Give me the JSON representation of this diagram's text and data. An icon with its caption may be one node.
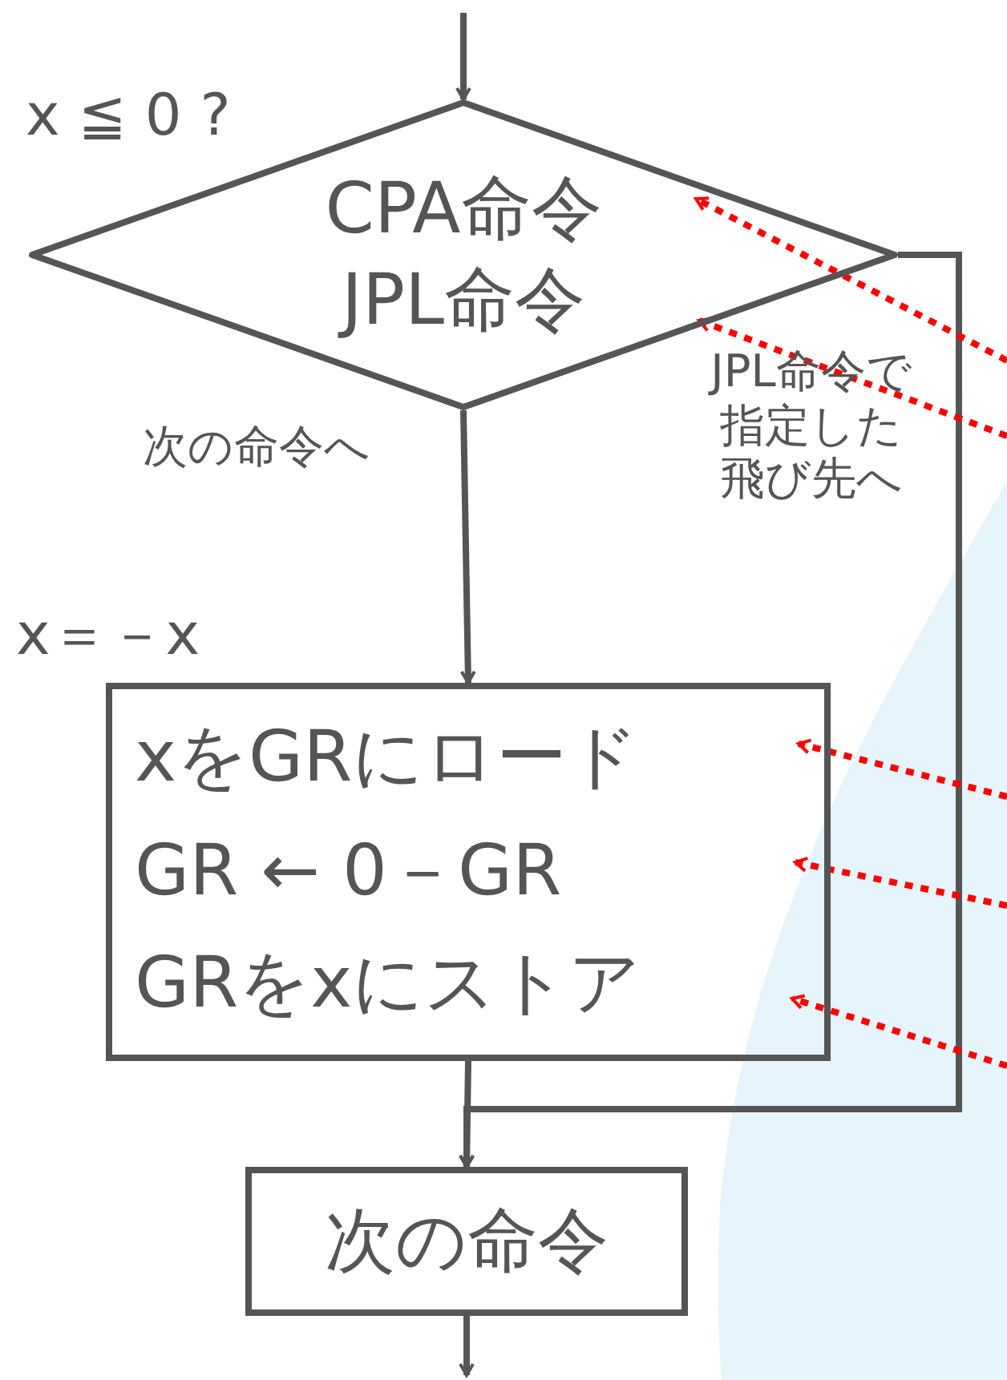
{
  "diagram": {
    "nodes": [
      {
        "text": [
          "CPA命令",
          "JPL命令"
        ],
        "beside": [
          "x ≦ 0 ?"
        ]
      },
      {
        "text": [
          "xをGRにロード",
          "GR ← 0－GR",
          "GRをxにストア"
        ],
        "beside": [
          "x＝－x"
        ]
      },
      {
        "text": [
          "次の命令"
        ]
      }
    ],
    "edges": [
      {
        "from": null,
        "to": 0,
        "arrow": "to"
      },
      {
        "from": 0,
        "to": 1,
        "arrow": "to",
        "label": "次の命令へ"
      },
      {
        "from": 0,
        "to": 2,
        "arrow": "to",
        "label": "JPL命令で指定した飛び先へ"
      },
      {
        "from": 1,
        "to": 2,
        "arrow": "to"
      },
      {
        "from": 2,
        "to": null,
        "arrow": "to"
      },
      {
        "from": null,
        "to": 0,
        "arrow": "to",
        "style": "dashed",
        "color": "#ff0000"
      },
      {
        "from": null,
        "to": 0,
        "arrow": "to",
        "style": "dashed",
        "color": "#ff0000"
      },
      {
        "from": null,
        "to": 1,
        "arrow": "to",
        "style": "dashed",
        "color": "#ff0000"
      },
      {
        "from": null,
        "to": 1,
        "arrow": "to",
        "style": "dashed",
        "color": "#ff0000"
      },
      {
        "from": null,
        "to": 1,
        "arrow": "to",
        "style": "dashed",
        "color": "#ff0000"
      }
    ]
  }
}
